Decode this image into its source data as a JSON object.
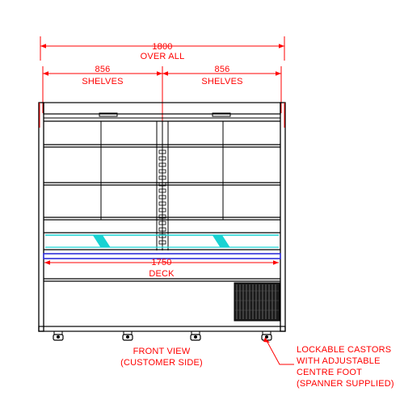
{
  "dimensions": {
    "overall": {
      "value": "1800",
      "label": "OVER ALL"
    },
    "shelf_left": {
      "value": "856",
      "label": "SHELVES"
    },
    "shelf_right": {
      "value": "856",
      "label": "SHELVES"
    },
    "deck": {
      "value": "1750",
      "label": "DECK"
    }
  },
  "captions": {
    "view": [
      "FRONT VIEW",
      "(CUSTOMER SIDE)"
    ],
    "castors": [
      "LOCKABLE CASTORS",
      "WITH ADJUSTABLE",
      "CENTRE FOOT",
      "(SPANNER SUPPLIED)"
    ]
  },
  "colors": {
    "annotation": "#ff0000",
    "outline": "#000000",
    "glass": "#19d3d3",
    "deck": "#2f2fd8"
  },
  "icons": {
    "arrow": "arrowhead",
    "castor": "castor-wheel-icon",
    "vent": "condenser-grille"
  }
}
